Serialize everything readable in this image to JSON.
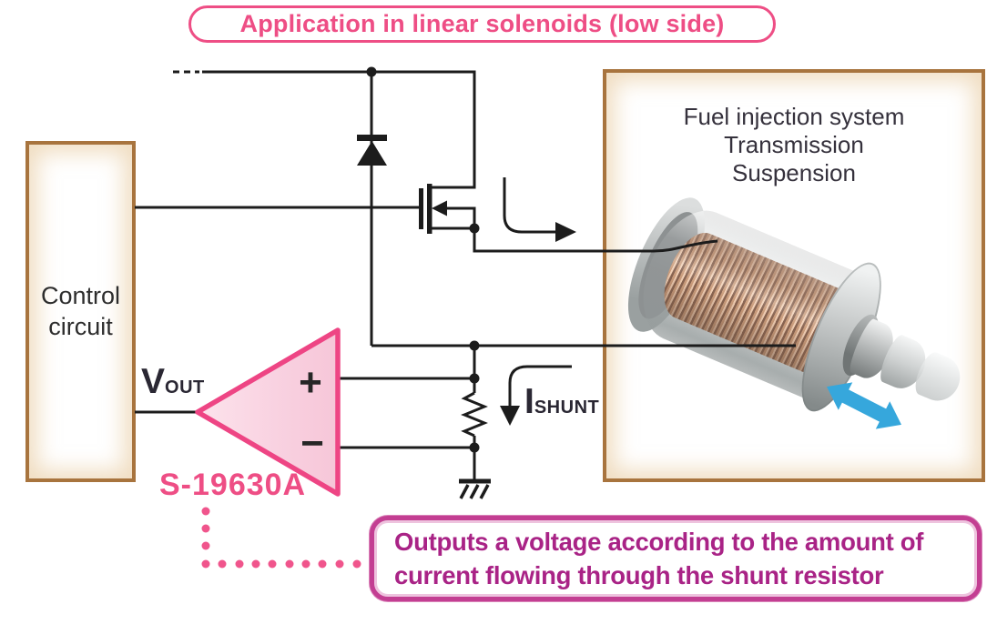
{
  "title": {
    "label": "Application in linear solenoids (low side)"
  },
  "control_box": {
    "label": "Control circuit"
  },
  "application_box": {
    "lines": [
      "Fuel injection system",
      "Transmission",
      "Suspension"
    ]
  },
  "opamp": {
    "part_number": "S-19630A",
    "plus_label": "+",
    "minus_label": "−"
  },
  "labels": {
    "vout": {
      "main": "V",
      "sub": "OUT"
    },
    "ishunt": {
      "main": "I",
      "sub": "SHUNT"
    }
  },
  "callout": {
    "line1": "Outputs a voltage according to the amount of",
    "line2": "current flowing through the shunt resistor"
  },
  "icons": {
    "load_current_arrow": "hooked-right-arrow",
    "shunt_current_arrow": "hooked-down-arrow",
    "plunger_motion_arrow": "double-headed-diagonal-arrow",
    "mosfet_body_arrow": "left-triangle",
    "flyback_diode": "triangle-up-with-bar",
    "ground_symbol": "hatched-ground"
  },
  "colors": {
    "accent_pink": "#ee4e85",
    "callout_text_magenta": "#a92386",
    "callout_border": "#c33e92",
    "box_border_brown": "#a8743e",
    "wire_black": "#1c1c1c",
    "motion_arrow_cyan": "#36a7dc",
    "coil_copper": "#c08a64",
    "opamp_fill": "#f9d2e1"
  }
}
